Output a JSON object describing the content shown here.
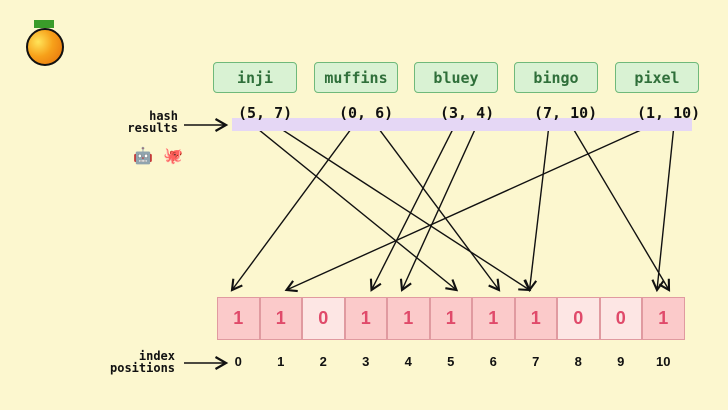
{
  "labels": {
    "hash_results_line1": "hash",
    "hash_results_line2": "results",
    "index_positions_line1": "index",
    "index_positions_line2": "positions"
  },
  "items": [
    {
      "name": "inji",
      "hash": "(5, 7)",
      "indices": [
        5,
        7
      ]
    },
    {
      "name": "muffins",
      "hash": "(0, 6)",
      "indices": [
        0,
        6
      ]
    },
    {
      "name": "bluey",
      "hash": "(3, 4)",
      "indices": [
        3,
        4
      ]
    },
    {
      "name": "bingo",
      "hash": "(7, 10)",
      "indices": [
        7,
        10
      ]
    },
    {
      "name": "pixel",
      "hash": "(1, 10)",
      "indices": [
        1,
        10
      ]
    }
  ],
  "bits": [
    "1",
    "1",
    "0",
    "1",
    "1",
    "1",
    "1",
    "1",
    "0",
    "0",
    "1"
  ],
  "indexes": [
    "0",
    "1",
    "2",
    "3",
    "4",
    "5",
    "6",
    "7",
    "8",
    "9",
    "10"
  ],
  "icons": [
    "orange-pixel-icon",
    "robot-icon",
    "octopus-icon"
  ]
}
